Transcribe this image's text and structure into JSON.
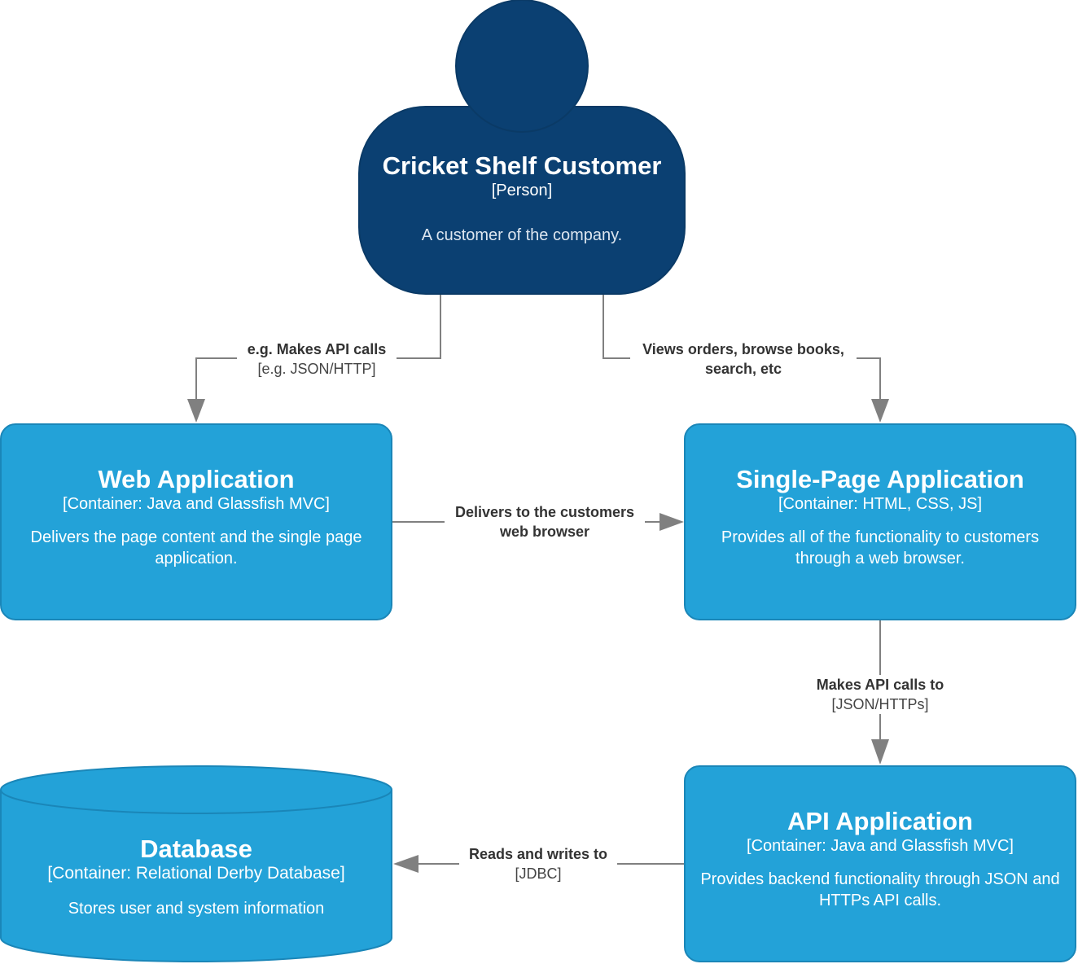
{
  "person": {
    "title": "Cricket Shelf Customer",
    "type": "[Person]",
    "description": "A customer of the company."
  },
  "web_app": {
    "title": "Web Application",
    "type": "[Container: Java and Glassfish MVC]",
    "description": "Delivers the page content and the single page application."
  },
  "spa": {
    "title": "Single-Page Application",
    "type": "[Container: HTML, CSS, JS]",
    "description": "Provides all of the functionality to customers through a web browser."
  },
  "api_app": {
    "title": "API Application",
    "type": "[Container: Java and Glassfish MVC]",
    "description": "Provides backend functionality through JSON and HTTPs API calls."
  },
  "database": {
    "title": "Database",
    "type": "[Container: Relational Derby Database]",
    "description": "Stores user and system information"
  },
  "relations": {
    "person_to_web": {
      "label": "e.g. Makes API calls",
      "tech": "[e.g. JSON/HTTP]"
    },
    "person_to_spa": {
      "label": "Views orders, browse books, search, etc"
    },
    "web_to_spa": {
      "label": "Delivers to the customers web browser"
    },
    "spa_to_api": {
      "label": "Makes API calls to",
      "tech": "[JSON/HTTPs]"
    },
    "api_to_db": {
      "label": "Reads and writes to",
      "tech": "[JDBC]"
    }
  },
  "colors": {
    "person": "#0b4072",
    "container": "#23a2d8",
    "container_border": "#1a86b8",
    "arrow": "#808080"
  }
}
